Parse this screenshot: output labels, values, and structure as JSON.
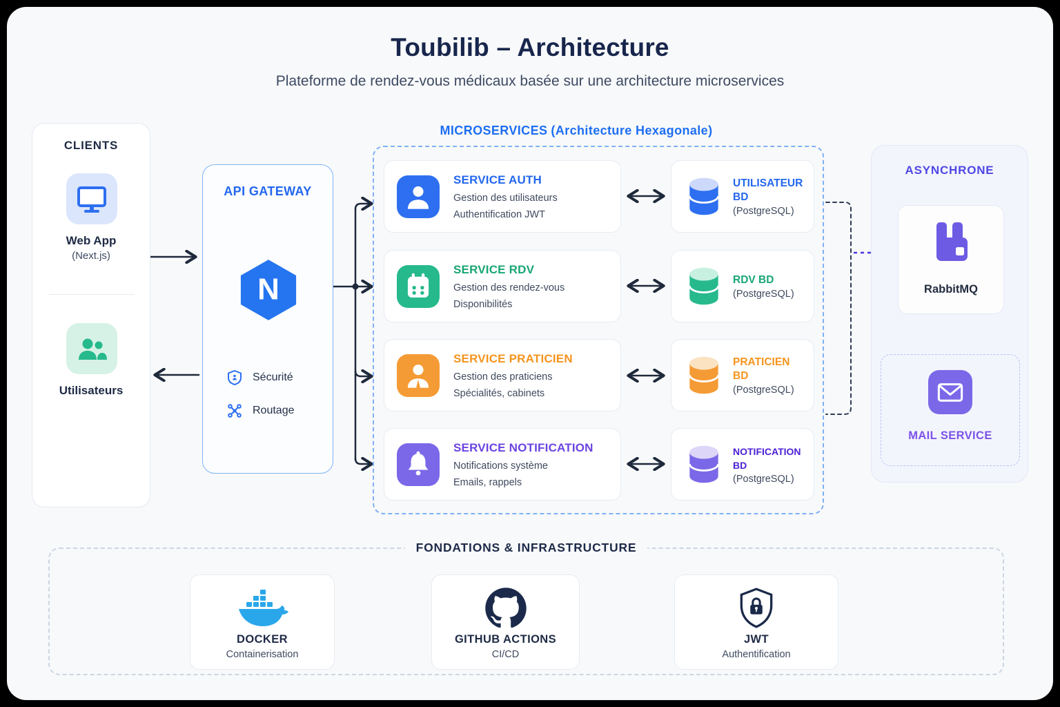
{
  "header": {
    "title": "Toubilib – Architecture",
    "subtitle": "Plateforme de rendez-vous médicaux basée sur une architecture microservices"
  },
  "clients": {
    "title": "CLIENTS",
    "web_app": {
      "label": "Web App",
      "sublabel": "(Next.js)"
    },
    "users": {
      "label": "Utilisateurs"
    }
  },
  "gateway": {
    "title": "API GATEWAY",
    "logo_letter": "N",
    "features": [
      {
        "label": "Sécurité"
      },
      {
        "label": "Routage"
      }
    ]
  },
  "microservices": {
    "title": "MICROSERVICES",
    "subtitle": "(Architecture Hexagonale)",
    "services": [
      {
        "title": "SERVICE AUTH",
        "line1": "Gestion des utilisateurs",
        "line2": "Authentification JWT",
        "color": "#2d6ff0"
      },
      {
        "title": "SERVICE RDV",
        "line1": "Gestion des rendez-vous",
        "line2": "Disponibilités",
        "color": "#26b98c"
      },
      {
        "title": "SERVICE PRATICIEN",
        "line1": "Gestion des praticiens",
        "line2": "Spécialités, cabinets",
        "color": "#f59b35"
      },
      {
        "title": "SERVICE NOTIFICATION",
        "line1": "Notifications système",
        "line2": "Emails, rappels",
        "color": "#6b43e0"
      }
    ],
    "databases": [
      {
        "name": "UTILISATEUR BD",
        "engine": "(PostgreSQL)",
        "color": "#2d6ff0"
      },
      {
        "name": "RDV BD",
        "engine": "(PostgreSQL)",
        "color": "#26b98c"
      },
      {
        "name": "PRATICIEN BD",
        "engine": "(PostgreSQL)",
        "color": "#f59b35"
      },
      {
        "name": "NOTIFICATION BD",
        "engine": "(PostgreSQL)",
        "color": "#4c20d4"
      }
    ]
  },
  "asynchrone": {
    "title": "ASYNCHRONE",
    "broker": {
      "label": "RabbitMQ"
    },
    "mail": {
      "label": "MAIL SERVICE"
    }
  },
  "foundations": {
    "title": "FONDATIONS & INFRASTRUCTURE",
    "items": [
      {
        "title": "DOCKER",
        "subtitle": "Containerisation"
      },
      {
        "title": "GITHUB ACTIONS",
        "subtitle": "CI/CD"
      },
      {
        "title": "JWT",
        "subtitle": "Authentification"
      }
    ]
  },
  "colors": {
    "navy": "#1b2a4a",
    "blue": "#2d6ff0",
    "green": "#26b98c",
    "orange": "#f59b35",
    "purple": "#7b68e8",
    "indigo": "#4f46e5",
    "notification_db": "#4c20d4",
    "docker_blue": "#2aa7ea"
  }
}
